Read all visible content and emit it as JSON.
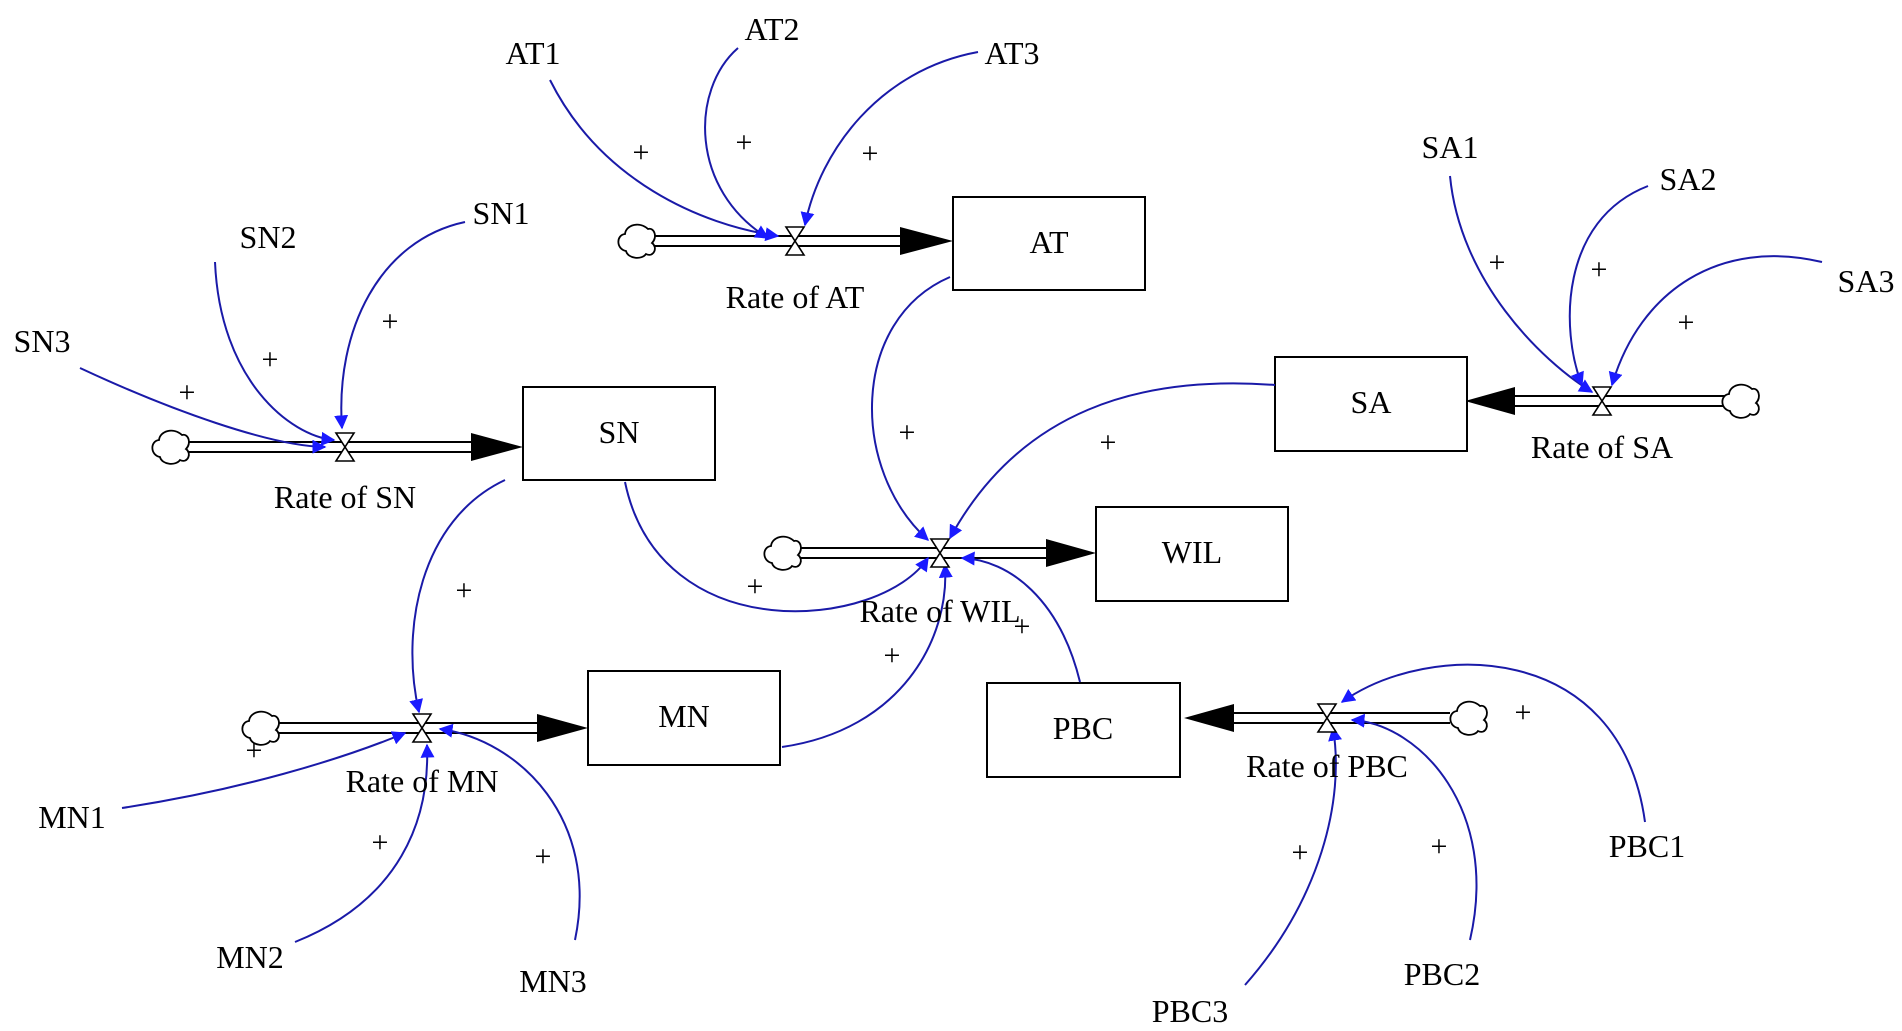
{
  "stocks": [
    {
      "id": "AT",
      "label": "AT"
    },
    {
      "id": "SN",
      "label": "SN"
    },
    {
      "id": "SA",
      "label": "SA"
    },
    {
      "id": "WIL",
      "label": "WIL"
    },
    {
      "id": "MN",
      "label": "MN"
    },
    {
      "id": "PBC",
      "label": "PBC"
    }
  ],
  "rates": [
    {
      "id": "rate-at",
      "label": "Rate of AT"
    },
    {
      "id": "rate-sn",
      "label": "Rate of SN"
    },
    {
      "id": "rate-sa",
      "label": "Rate of SA"
    },
    {
      "id": "rate-wil",
      "label": "Rate of WIL"
    },
    {
      "id": "rate-mn",
      "label": "Rate of MN"
    },
    {
      "id": "rate-pbc",
      "label": "Rate of PBC"
    }
  ],
  "variables": [
    {
      "id": "AT1",
      "label": "AT1"
    },
    {
      "id": "AT2",
      "label": "AT2"
    },
    {
      "id": "AT3",
      "label": "AT3"
    },
    {
      "id": "SN1",
      "label": "SN1"
    },
    {
      "id": "SN2",
      "label": "SN2"
    },
    {
      "id": "SN3",
      "label": "SN3"
    },
    {
      "id": "SA1",
      "label": "SA1"
    },
    {
      "id": "SA2",
      "label": "SA2"
    },
    {
      "id": "SA3",
      "label": "SA3"
    },
    {
      "id": "MN1",
      "label": "MN1"
    },
    {
      "id": "MN2",
      "label": "MN2"
    },
    {
      "id": "MN3",
      "label": "MN3"
    },
    {
      "id": "PBC1",
      "label": "PBC1"
    },
    {
      "id": "PBC2",
      "label": "PBC2"
    },
    {
      "id": "PBC3",
      "label": "PBC3"
    }
  ],
  "polarity_symbol": "+",
  "colors": {
    "link": "#1a1aa8",
    "arrowhead": "#1a1aff",
    "stroke": "#000000"
  }
}
